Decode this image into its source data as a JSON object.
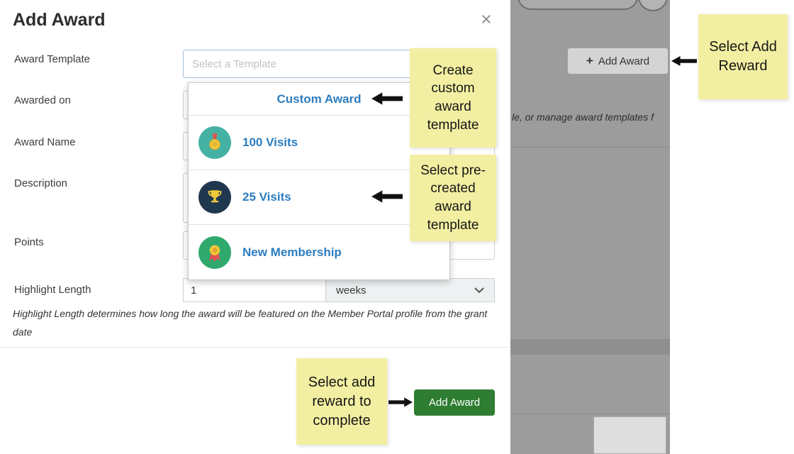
{
  "modal": {
    "title": "Add Award",
    "labels": {
      "award_template": "Award Template",
      "awarded_on": "Awarded on",
      "award_name": "Award Name",
      "description": "Description",
      "points": "Points",
      "highlight_length": "Highlight Length"
    },
    "template_placeholder": "Select a Template",
    "dropdown_items": [
      {
        "label": "Custom Award",
        "icon": "none"
      },
      {
        "label": "100 Visits",
        "icon": "medal-icon"
      },
      {
        "label": "25 Visits",
        "icon": "trophy-icon"
      },
      {
        "label": "New Membership",
        "icon": "ribbon-icon"
      }
    ],
    "highlight_value": "1",
    "highlight_unit": "weeks",
    "helper_text": "Highlight Length determines how long the award will be featured on the Member Portal profile from the grant date",
    "submit_label": "Add Award"
  },
  "background_page": {
    "add_award_label": "Add Award",
    "partial_text": "le, or manage award templates f"
  },
  "annotations": {
    "select_add_reward": "Select Add Reward",
    "create_custom": "Create custom award template",
    "select_precreated": "Select pre-created award template",
    "complete": "Select add reward to complete"
  },
  "icons": {
    "close-icon": "×",
    "plus-icon": "+",
    "chevron-down-icon": "⌄",
    "arrow-left-icon": "←",
    "arrow-right-icon": "→",
    "medal-icon": "gold medal on teal circle",
    "trophy-icon": "gold trophy on navy circle",
    "ribbon-icon": "gold rosette on green circle"
  },
  "colors": {
    "submit_green": "#2e7d32",
    "link_blue": "#2d7dbf",
    "sticky_note_yellow": "#f3efa2",
    "backdrop_gray": "#9c9c9c",
    "medal_circle": "#45b1a3",
    "trophy_circle": "#20384f",
    "ribbon_circle": "#2fa96e"
  }
}
